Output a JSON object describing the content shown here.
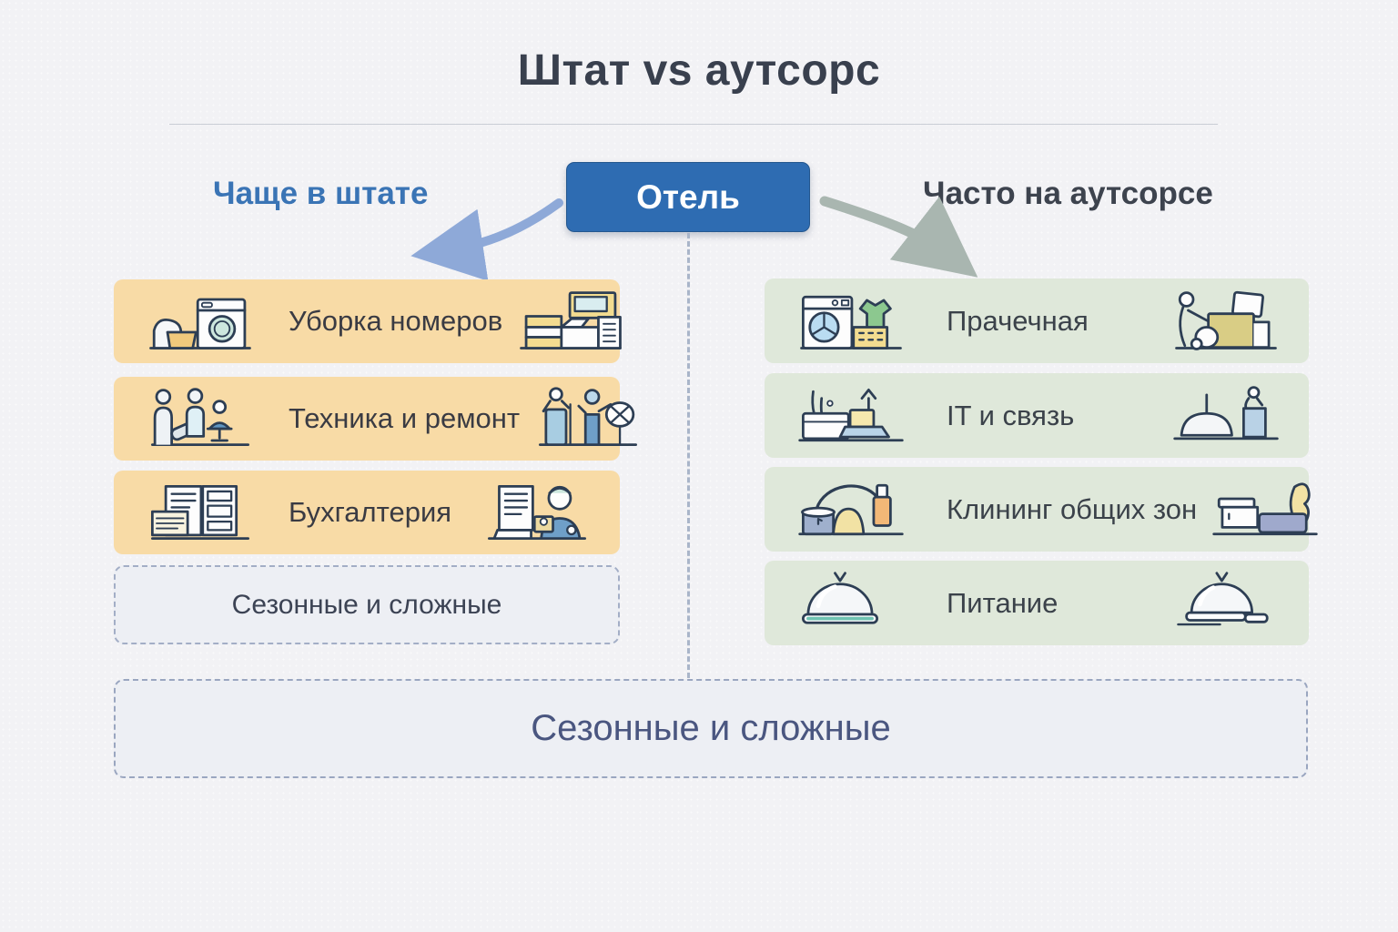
{
  "title": "Штат vs аутсорс",
  "center": {
    "label": "Отель"
  },
  "left_column": {
    "heading": "Чаще в штате",
    "items": [
      {
        "label": "Уборка номеров",
        "icon_left": "washing-machine-laundry",
        "icon_right": "housekeeping-cart"
      },
      {
        "label": "Техника и ремонт",
        "icon_left": "maintenance-staff",
        "icon_right": "cleaning-staff"
      },
      {
        "label": "Бухгалтерия",
        "icon_left": "accounting-ledgers",
        "icon_right": "accountant-desk"
      }
    ],
    "note": "Сезонные и сложные"
  },
  "right_column": {
    "heading": "Часто на аутсорсе",
    "items": [
      {
        "label": "Прачечная",
        "icon_left": "laundry-machine-shirt",
        "icon_right": "laundry-cart"
      },
      {
        "label": "IT и связь",
        "icon_left": "it-desk-devices",
        "icon_right": "network-router-person"
      },
      {
        "label": "Клининг общих зон",
        "icon_left": "cleaning-supplies",
        "icon_right": "floor-cleaning-machine"
      },
      {
        "label": "Питание",
        "icon_left": "food-cloche-green",
        "icon_right": "food-cloche"
      }
    ]
  },
  "bottom_note": "Сезонные и сложные",
  "colors": {
    "accent_blue": "#2e6cb2",
    "heading_blue": "#3a74b5",
    "heading_gray": "#3d434e",
    "staff_bg": "#f8dba6",
    "outsource_bg": "#dfe8da",
    "dashed_bg": "#edeff4",
    "dashed_border": "#a3aec6",
    "arrow_left": "#8ea9d8",
    "arrow_right": "#a9b6b0"
  }
}
